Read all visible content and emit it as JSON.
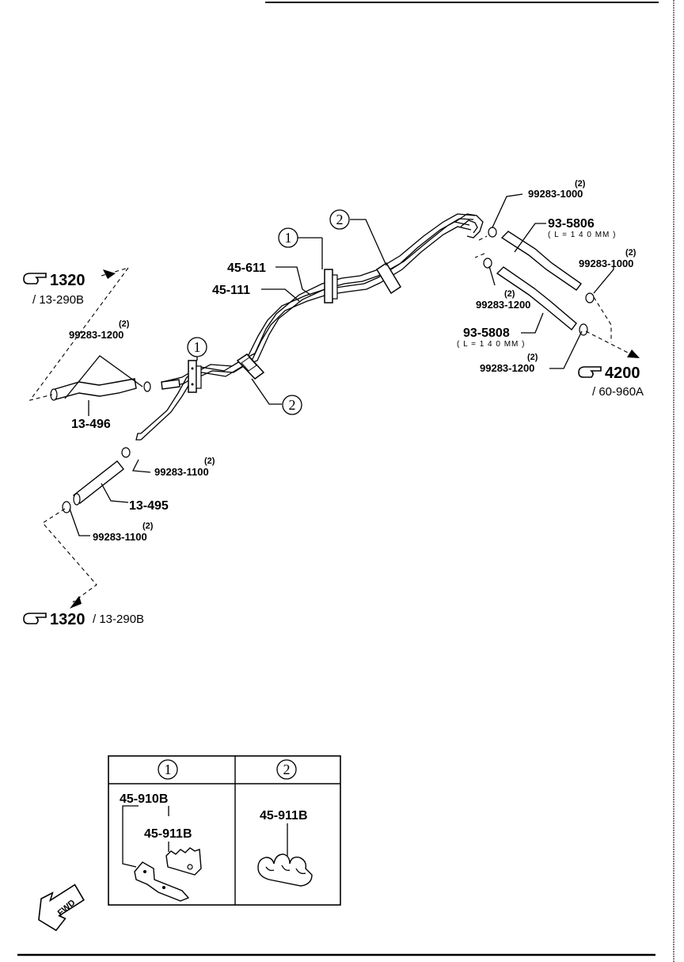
{
  "callouts": {
    "c1_top": "1",
    "c2_top": "2",
    "c1_mid": "1",
    "c2_mid": "2"
  },
  "parts": {
    "p_45_611": "45-611",
    "p_45_111": "45-111",
    "p_13_496": "13-496",
    "p_13_495": "13-495",
    "p_93_5806": "93-5806",
    "p_93_5806_note": "( L = 1 4 0 MM )",
    "p_93_5808": "93-5808",
    "p_93_5808_note": "( L = 1 4 0 MM )",
    "clamp_tr_a": "99283-1000",
    "clamp_tr_a_qty": "(2)",
    "clamp_tr_b": "99283-1000",
    "clamp_tr_b_qty": "(2)",
    "clamp_mr_a": "99283-1200",
    "clamp_mr_a_qty": "(2)",
    "clamp_mr_b": "99283-1200",
    "clamp_mr_b_qty": "(2)",
    "clamp_l": "99283-1200",
    "clamp_l_qty": "(2)",
    "clamp_c": "99283-1100",
    "clamp_c_qty": "(2)",
    "clamp_b": "99283-1100",
    "clamp_b_qty": "(2)"
  },
  "references": {
    "ref_left_num": "1320",
    "ref_left_sub": "/ 13-290B",
    "ref_right_num": "4200",
    "ref_right_sub": "/ 60-960A",
    "ref_bottom_num": "1320",
    "ref_bottom_sub": "/ 13-290B"
  },
  "inset": {
    "col1_header": "1",
    "col2_header": "2",
    "col1_part_a": "45-910B",
    "col1_part_b": "45-911B",
    "col2_part": "45-911B"
  },
  "fwd_label": "FWD",
  "icons": [
    "pointing-hand-icon",
    "fwd-arrow-icon"
  ],
  "colors": {
    "ink": "#000000",
    "paper": "#ffffff"
  }
}
